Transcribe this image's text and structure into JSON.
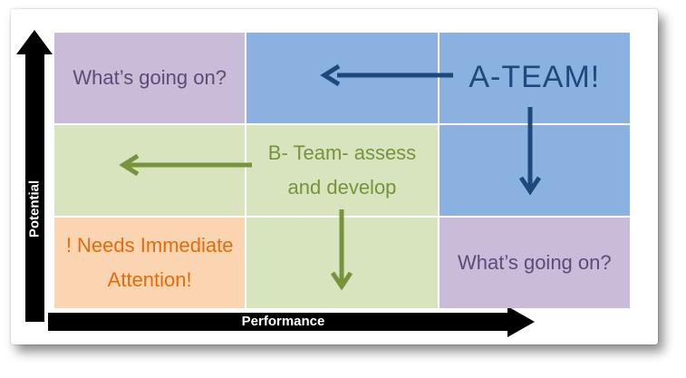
{
  "axes": {
    "y_label": "Potential",
    "x_label": "Performance"
  },
  "grid": {
    "rows": [
      [
        {
          "color": "purple",
          "label": "What’s going on?"
        },
        {
          "color": "blue",
          "label": ""
        },
        {
          "color": "blue",
          "label": "A-TEAM!"
        }
      ],
      [
        {
          "color": "green",
          "label": ""
        },
        {
          "color": "green",
          "label": "B- Team- assess and develop"
        },
        {
          "color": "blue",
          "label": ""
        }
      ],
      [
        {
          "color": "orange",
          "label": "! Needs Immediate Attention!"
        },
        {
          "color": "green",
          "label": ""
        },
        {
          "color": "purple",
          "label": "What’s going on?"
        }
      ]
    ]
  },
  "arrows": [
    {
      "name": "a-team-left-arrow",
      "direction": "left",
      "color": "#1f497d"
    },
    {
      "name": "a-team-down-arrow",
      "direction": "down",
      "color": "#1f497d"
    },
    {
      "name": "b-team-left-arrow",
      "direction": "left",
      "color": "#77933c"
    },
    {
      "name": "b-team-down-arrow",
      "direction": "down",
      "color": "#77933c"
    }
  ],
  "colors": {
    "purple_bg": "#c9bcd8",
    "purple_text": "#5f497a",
    "blue_bg": "#8ab1e0",
    "navy_text": "#1f497d",
    "green_bg": "#d7e4bd",
    "green_text": "#77933c",
    "orange_bg": "#fbd4b2",
    "orange_text": "#e36c0a",
    "axis_bg": "#000000",
    "axis_text": "#ffffff"
  }
}
